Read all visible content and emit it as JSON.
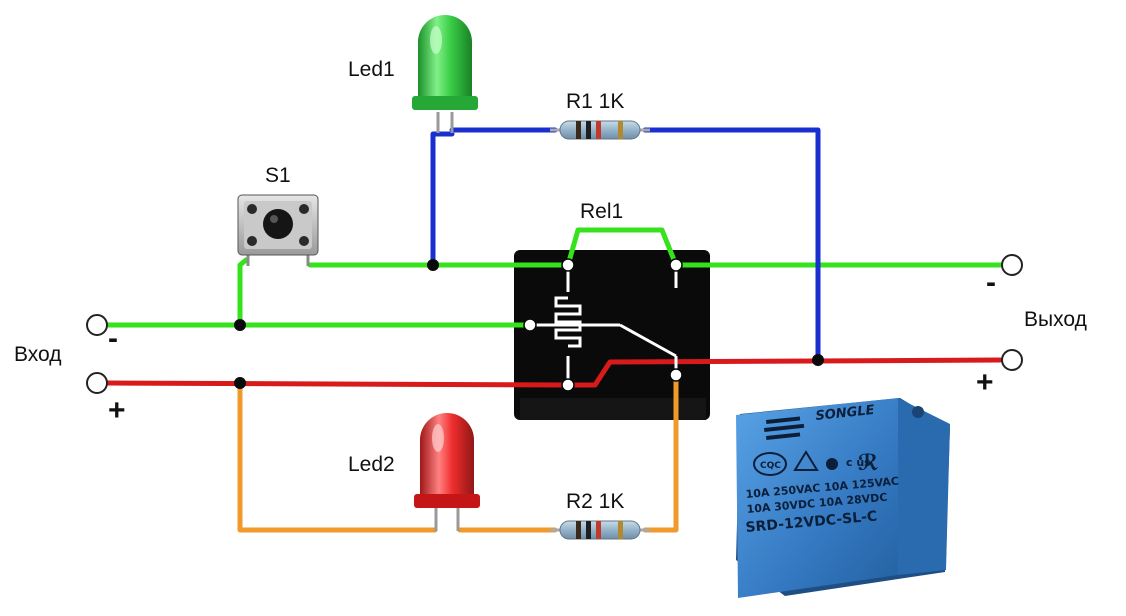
{
  "title_text": "",
  "labels": {
    "led1": "Led1",
    "led2": "Led2",
    "r1": "R1 1K",
    "r2": "R2 1K",
    "s1": "S1",
    "rel1": "Rel1",
    "input": "Вход",
    "output": "Выход",
    "in_minus": "-",
    "in_plus": "+",
    "out_minus": "-",
    "out_plus": "+"
  },
  "relay_photo": {
    "brand": "SONGLE",
    "line1": "10A 250VAC  10A 125VAC",
    "line2": "10A  30VDC  10A  28VDC",
    "model": "SRD-12VDC-SL-C",
    "cert": "CQC",
    "ul": "c  us"
  },
  "colors": {
    "wire_green": "#35e21c",
    "wire_red": "#d81a1a",
    "wire_blue": "#1a2fd0",
    "wire_orange": "#ef9a2b",
    "wire_white": "#ffffff",
    "relay_body": "#0a0a0a",
    "relay_photo": "#3b82c9",
    "led1": "#3ccf4a",
    "led2": "#e81f1f"
  },
  "icons": [
    "led-green-icon",
    "led-red-icon",
    "resistor-icon",
    "push-button-icon",
    "relay-icon",
    "terminal-icon"
  ]
}
